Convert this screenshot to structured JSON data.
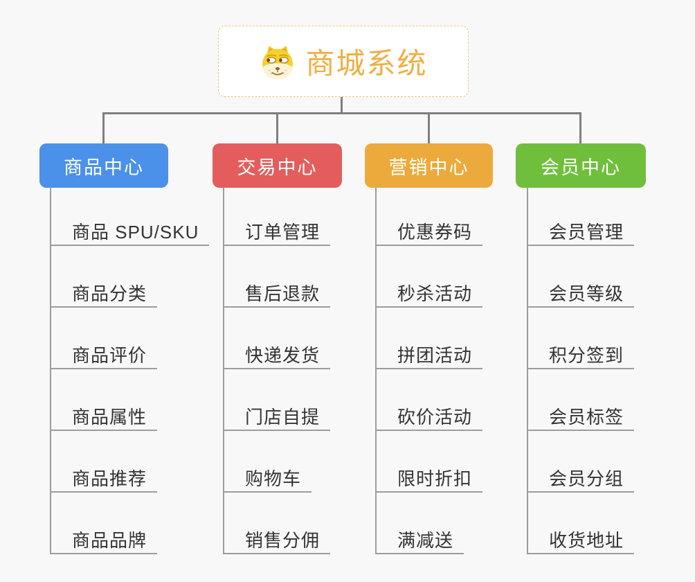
{
  "root": {
    "title": "商城系统",
    "icon": "doge-icon"
  },
  "branches": [
    {
      "label": "商品中心",
      "color": "#4b91ea",
      "items": [
        "商品 SPU/SKU",
        "商品分类",
        "商品评价",
        "商品属性",
        "商品推荐",
        "商品品牌"
      ]
    },
    {
      "label": "交易中心",
      "color": "#e45d5d",
      "items": [
        "订单管理",
        "售后退款",
        "快递发货",
        "门店自提",
        "购物车",
        "销售分佣"
      ]
    },
    {
      "label": "营销中心",
      "color": "#edaa3c",
      "items": [
        "优惠券码",
        "秒杀活动",
        "拼团活动",
        "砍价活动",
        "限时折扣",
        "满减送"
      ]
    },
    {
      "label": "会员中心",
      "color": "#6fbf3c",
      "items": [
        "会员管理",
        "会员等级",
        "积分签到",
        "会员标签",
        "会员分组",
        "收货地址"
      ]
    }
  ],
  "colors": {
    "background": "#f8f8f8",
    "root_text": "#f0ae43",
    "root_border": "#f2c46f",
    "connector": "#7f7f7f",
    "underline": "#9c9c9c",
    "item_text": "#333333",
    "branch_text": "#ffffff"
  }
}
